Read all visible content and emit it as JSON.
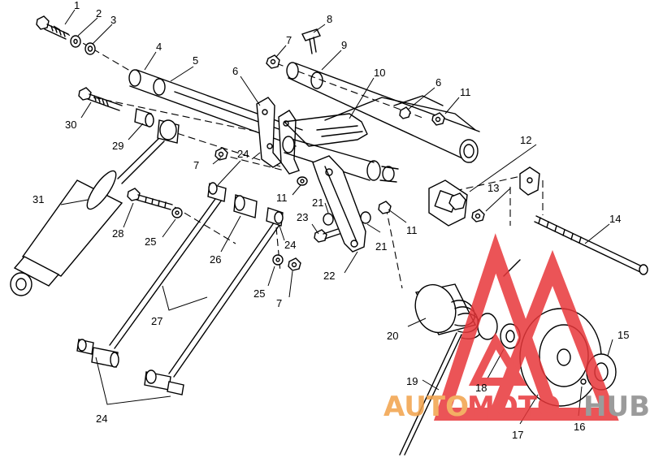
{
  "callouts": [
    {
      "id": "c1",
      "text": "1"
    },
    {
      "id": "c2",
      "text": "2"
    },
    {
      "id": "c3",
      "text": "3"
    },
    {
      "id": "c4",
      "text": "4"
    },
    {
      "id": "c5",
      "text": "5"
    },
    {
      "id": "c6a",
      "text": "6"
    },
    {
      "id": "c6b",
      "text": "6"
    },
    {
      "id": "c7a",
      "text": "7"
    },
    {
      "id": "c7b",
      "text": "7"
    },
    {
      "id": "c7c",
      "text": "7"
    },
    {
      "id": "c8",
      "text": "8"
    },
    {
      "id": "c9",
      "text": "9"
    },
    {
      "id": "c10",
      "text": "10"
    },
    {
      "id": "c11a",
      "text": "11"
    },
    {
      "id": "c11b",
      "text": "11"
    },
    {
      "id": "c11c",
      "text": "11"
    },
    {
      "id": "c12",
      "text": "12"
    },
    {
      "id": "c13",
      "text": "13"
    },
    {
      "id": "c14",
      "text": "14"
    },
    {
      "id": "c15",
      "text": "15"
    },
    {
      "id": "c16",
      "text": "16"
    },
    {
      "id": "c17",
      "text": "17"
    },
    {
      "id": "c18",
      "text": "18"
    },
    {
      "id": "c19",
      "text": "19"
    },
    {
      "id": "c20",
      "text": "20"
    },
    {
      "id": "c21a",
      "text": "21"
    },
    {
      "id": "c21b",
      "text": "21"
    },
    {
      "id": "c22",
      "text": "22"
    },
    {
      "id": "c23",
      "text": "23"
    },
    {
      "id": "c24a",
      "text": "24"
    },
    {
      "id": "c24b",
      "text": "24"
    },
    {
      "id": "c24c",
      "text": "24"
    },
    {
      "id": "c25a",
      "text": "25"
    },
    {
      "id": "c25b",
      "text": "25"
    },
    {
      "id": "c26",
      "text": "26"
    },
    {
      "id": "c27",
      "text": "27"
    },
    {
      "id": "c28",
      "text": "28"
    },
    {
      "id": "c29",
      "text": "29"
    },
    {
      "id": "c30",
      "text": "30"
    },
    {
      "id": "c31",
      "text": "31"
    }
  ],
  "watermark": {
    "part1": "AUTO",
    "part2": "MOTO",
    "part3": "HUB",
    "color_red": "#e8373a",
    "color_orange": "#f2a24a",
    "color_gray": "#8a8a8a"
  }
}
